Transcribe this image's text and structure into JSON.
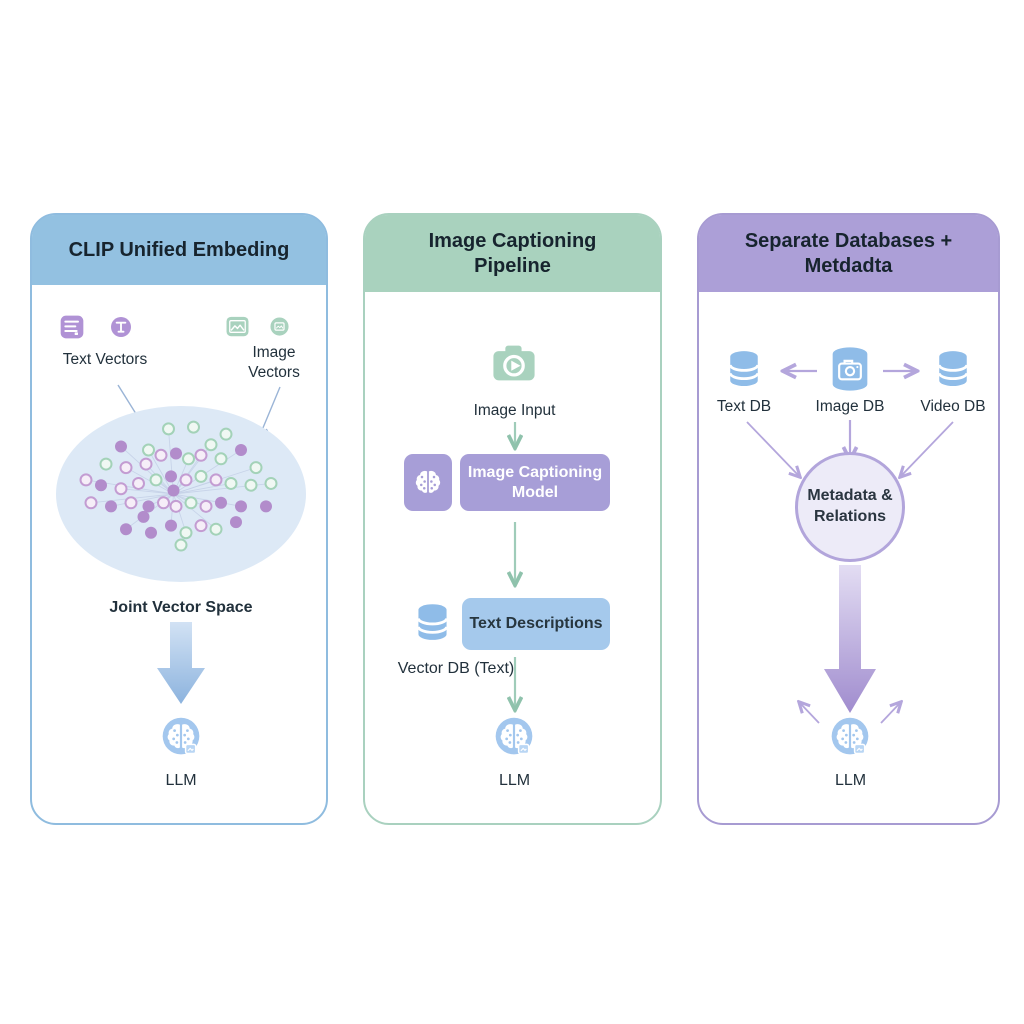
{
  "colors": {
    "panel1_header": "#93c1e1",
    "panel1_border": "#8fbcdf",
    "panel2_header": "#a9d2be",
    "panel2_border": "#a9d1bf",
    "panel3_header": "#ac9fd7",
    "panel3_border": "#a79bd2",
    "purple_icon": "#b092d5",
    "green_icon": "#a9d2be",
    "blue_icon": "#8fbce8",
    "purple_box": "#a79ed7",
    "blue_box": "#a5c9ec",
    "ellipse_fill": "#dde9f6",
    "llm_circle": "#a3c7ee"
  },
  "panel1": {
    "title": "CLIP Unified Embeding",
    "text_vectors_label": "Text Vectors",
    "image_vectors_label": "Image Vectors",
    "joint_space_label": "Joint Vector Space",
    "llm_label": "LLM",
    "icons": [
      "document-icon",
      "text-type-icon",
      "image-icon",
      "photo-circle-icon",
      "llm-brain-icon"
    ],
    "scatter_dots": [
      [
        26,
        23,
        "P",
        1
      ],
      [
        37,
        25,
        "G",
        1
      ],
      [
        45,
        13,
        "G",
        1
      ],
      [
        55,
        12,
        "G",
        0
      ],
      [
        62,
        22,
        "G",
        1
      ],
      [
        68,
        16,
        "G",
        0
      ],
      [
        20,
        33,
        "G",
        0
      ],
      [
        28,
        35,
        "U",
        1
      ],
      [
        36,
        33,
        "U",
        1
      ],
      [
        42,
        28,
        "U",
        0
      ],
      [
        48,
        27,
        "P",
        0
      ],
      [
        53,
        30,
        "G",
        1
      ],
      [
        58,
        28,
        "U",
        1
      ],
      [
        66,
        30,
        "G",
        0
      ],
      [
        74,
        25,
        "P",
        1
      ],
      [
        80,
        35,
        "G",
        1
      ],
      [
        12,
        42,
        "U",
        1
      ],
      [
        18,
        45,
        "P",
        0
      ],
      [
        26,
        47,
        "U",
        1
      ],
      [
        33,
        44,
        "U",
        0
      ],
      [
        40,
        42,
        "G",
        1
      ],
      [
        46,
        40,
        "P",
        0
      ],
      [
        52,
        42,
        "U",
        1
      ],
      [
        58,
        40,
        "G",
        0
      ],
      [
        64,
        42,
        "U",
        1
      ],
      [
        70,
        44,
        "G",
        1
      ],
      [
        78,
        45,
        "G",
        0
      ],
      [
        86,
        44,
        "G",
        1
      ],
      [
        14,
        55,
        "U",
        1
      ],
      [
        22,
        57,
        "P",
        1
      ],
      [
        30,
        55,
        "U",
        0
      ],
      [
        37,
        57,
        "P",
        1
      ],
      [
        43,
        55,
        "U",
        1
      ],
      [
        48,
        57,
        "U",
        0
      ],
      [
        54,
        55,
        "G",
        1
      ],
      [
        60,
        57,
        "U",
        1
      ],
      [
        66,
        55,
        "P",
        0
      ],
      [
        74,
        57,
        "P",
        1
      ],
      [
        84,
        57,
        "P",
        0
      ],
      [
        28,
        70,
        "P",
        1
      ],
      [
        38,
        72,
        "P",
        0
      ],
      [
        46,
        68,
        "P",
        1
      ],
      [
        52,
        72,
        "G",
        1
      ],
      [
        58,
        68,
        "U",
        0
      ],
      [
        64,
        70,
        "G",
        1
      ],
      [
        72,
        66,
        "P",
        0
      ],
      [
        50,
        79,
        "G",
        0
      ],
      [
        35,
        63,
        "P",
        0
      ],
      [
        47,
        48,
        "P",
        0
      ]
    ]
  },
  "panel2": {
    "title": "Image Captioning Pipeline",
    "image_input_label": "Image Input",
    "model_box_label": "Image Captioning Model",
    "text_descriptions_label": "Text Descriptions",
    "vector_db_label": "Vector DB (Text)",
    "llm_label": "LLM",
    "icons": [
      "camera-play-icon",
      "ai-brain-icon",
      "database-icon",
      "llm-brain-icon"
    ]
  },
  "panel3": {
    "title": "Separate Databases + Metdadta",
    "text_db_label": "Text DB",
    "image_db_label": "Image DB",
    "video_db_label": "Video DB",
    "metadata_label": "Metadata & Relations",
    "llm_label": "LLM",
    "icons": [
      "database-icon",
      "camera-db-icon",
      "database-icon",
      "llm-brain-icon"
    ]
  }
}
